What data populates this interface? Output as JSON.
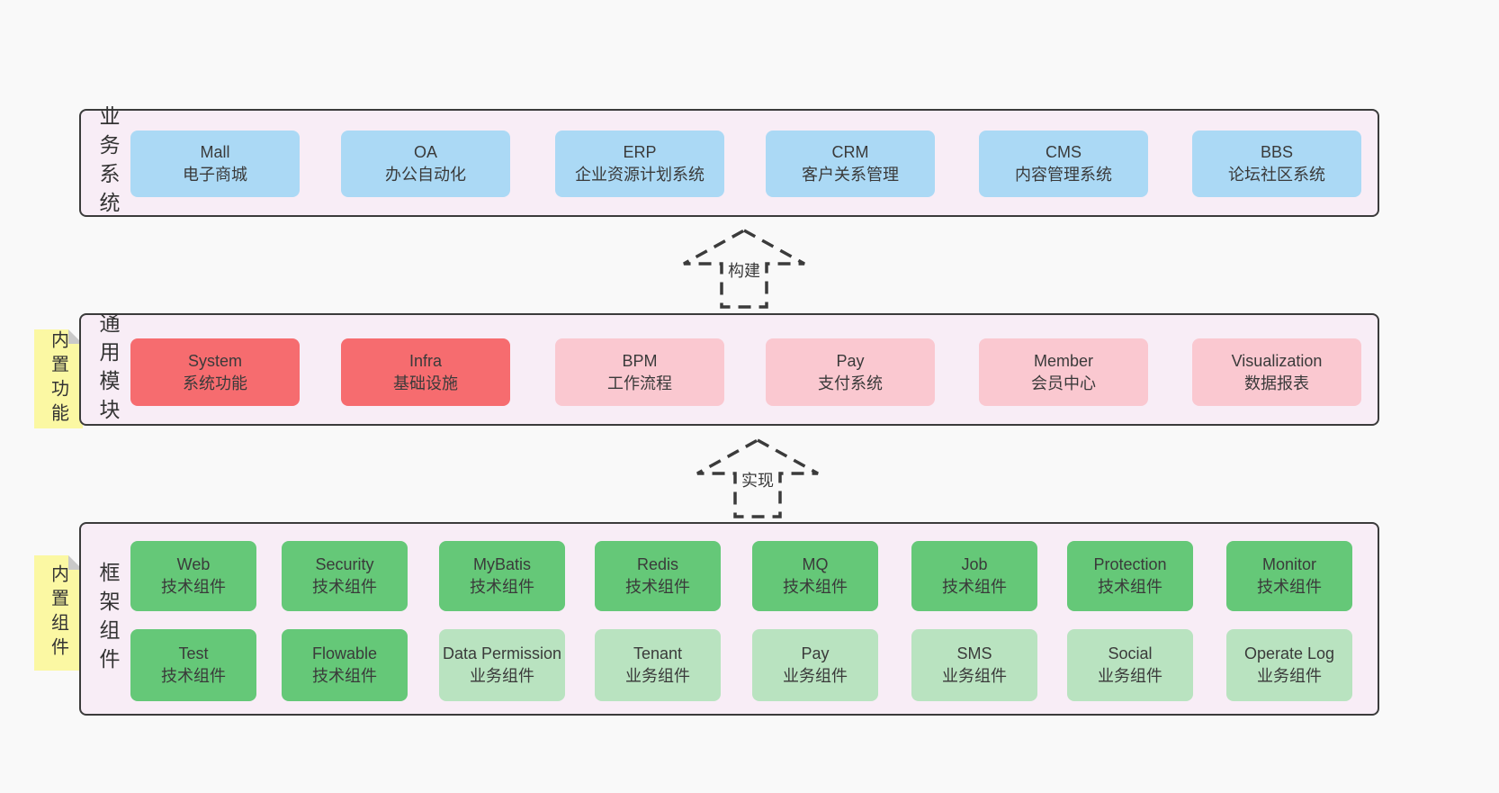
{
  "colors": {
    "page_bg": "#f9f9f9",
    "panel_bg": "#f8edf6",
    "panel_border": "#3b3b3b",
    "business_box": "#abd9f5",
    "core_module_box": "#f66c6f",
    "optional_module_box": "#fac8d0",
    "tech_component_box": "#65c878",
    "biz_component_box": "#b9e3c0",
    "note_bg": "#fbf8a3",
    "text": "#3a3a3a"
  },
  "arrows": [
    {
      "label": "构建"
    },
    {
      "label": "实现"
    }
  ],
  "sections": {
    "business": {
      "label": "业务系统",
      "boxes": [
        {
          "en": "Mall",
          "zh": "电子商城"
        },
        {
          "en": "OA",
          "zh": "办公自动化"
        },
        {
          "en": "ERP",
          "zh": "企业资源计划系统"
        },
        {
          "en": "CRM",
          "zh": "客户关系管理"
        },
        {
          "en": "CMS",
          "zh": "内容管理系统"
        },
        {
          "en": "BBS",
          "zh": "论坛社区系统"
        }
      ]
    },
    "modules": {
      "label": "通用模块",
      "note": "内置功能",
      "boxes": [
        {
          "en": "System",
          "zh": "系统功能"
        },
        {
          "en": "Infra",
          "zh": "基础设施"
        },
        {
          "en": "BPM",
          "zh": "工作流程"
        },
        {
          "en": "Pay",
          "zh": "支付系统"
        },
        {
          "en": "Member",
          "zh": "会员中心"
        },
        {
          "en": "Visualization",
          "zh": "数据报表"
        }
      ]
    },
    "components": {
      "label": "框架组件",
      "note": "内置组件",
      "row1": [
        {
          "en": "Web",
          "zh": "技术组件"
        },
        {
          "en": "Security",
          "zh": "技术组件"
        },
        {
          "en": "MyBatis",
          "zh": "技术组件"
        },
        {
          "en": "Redis",
          "zh": "技术组件"
        },
        {
          "en": "MQ",
          "zh": "技术组件"
        },
        {
          "en": "Job",
          "zh": "技术组件"
        },
        {
          "en": "Protection",
          "zh": "技术组件"
        },
        {
          "en": "Monitor",
          "zh": "技术组件"
        }
      ],
      "row2": [
        {
          "en": "Test",
          "zh": "技术组件"
        },
        {
          "en": "Flowable",
          "zh": "技术组件"
        },
        {
          "en": "Data Permission",
          "zh": "业务组件"
        },
        {
          "en": "Tenant",
          "zh": "业务组件"
        },
        {
          "en": "Pay",
          "zh": "业务组件"
        },
        {
          "en": "SMS",
          "zh": "业务组件"
        },
        {
          "en": "Social",
          "zh": "业务组件"
        },
        {
          "en": "Operate Log",
          "zh": "业务组件"
        }
      ]
    }
  }
}
